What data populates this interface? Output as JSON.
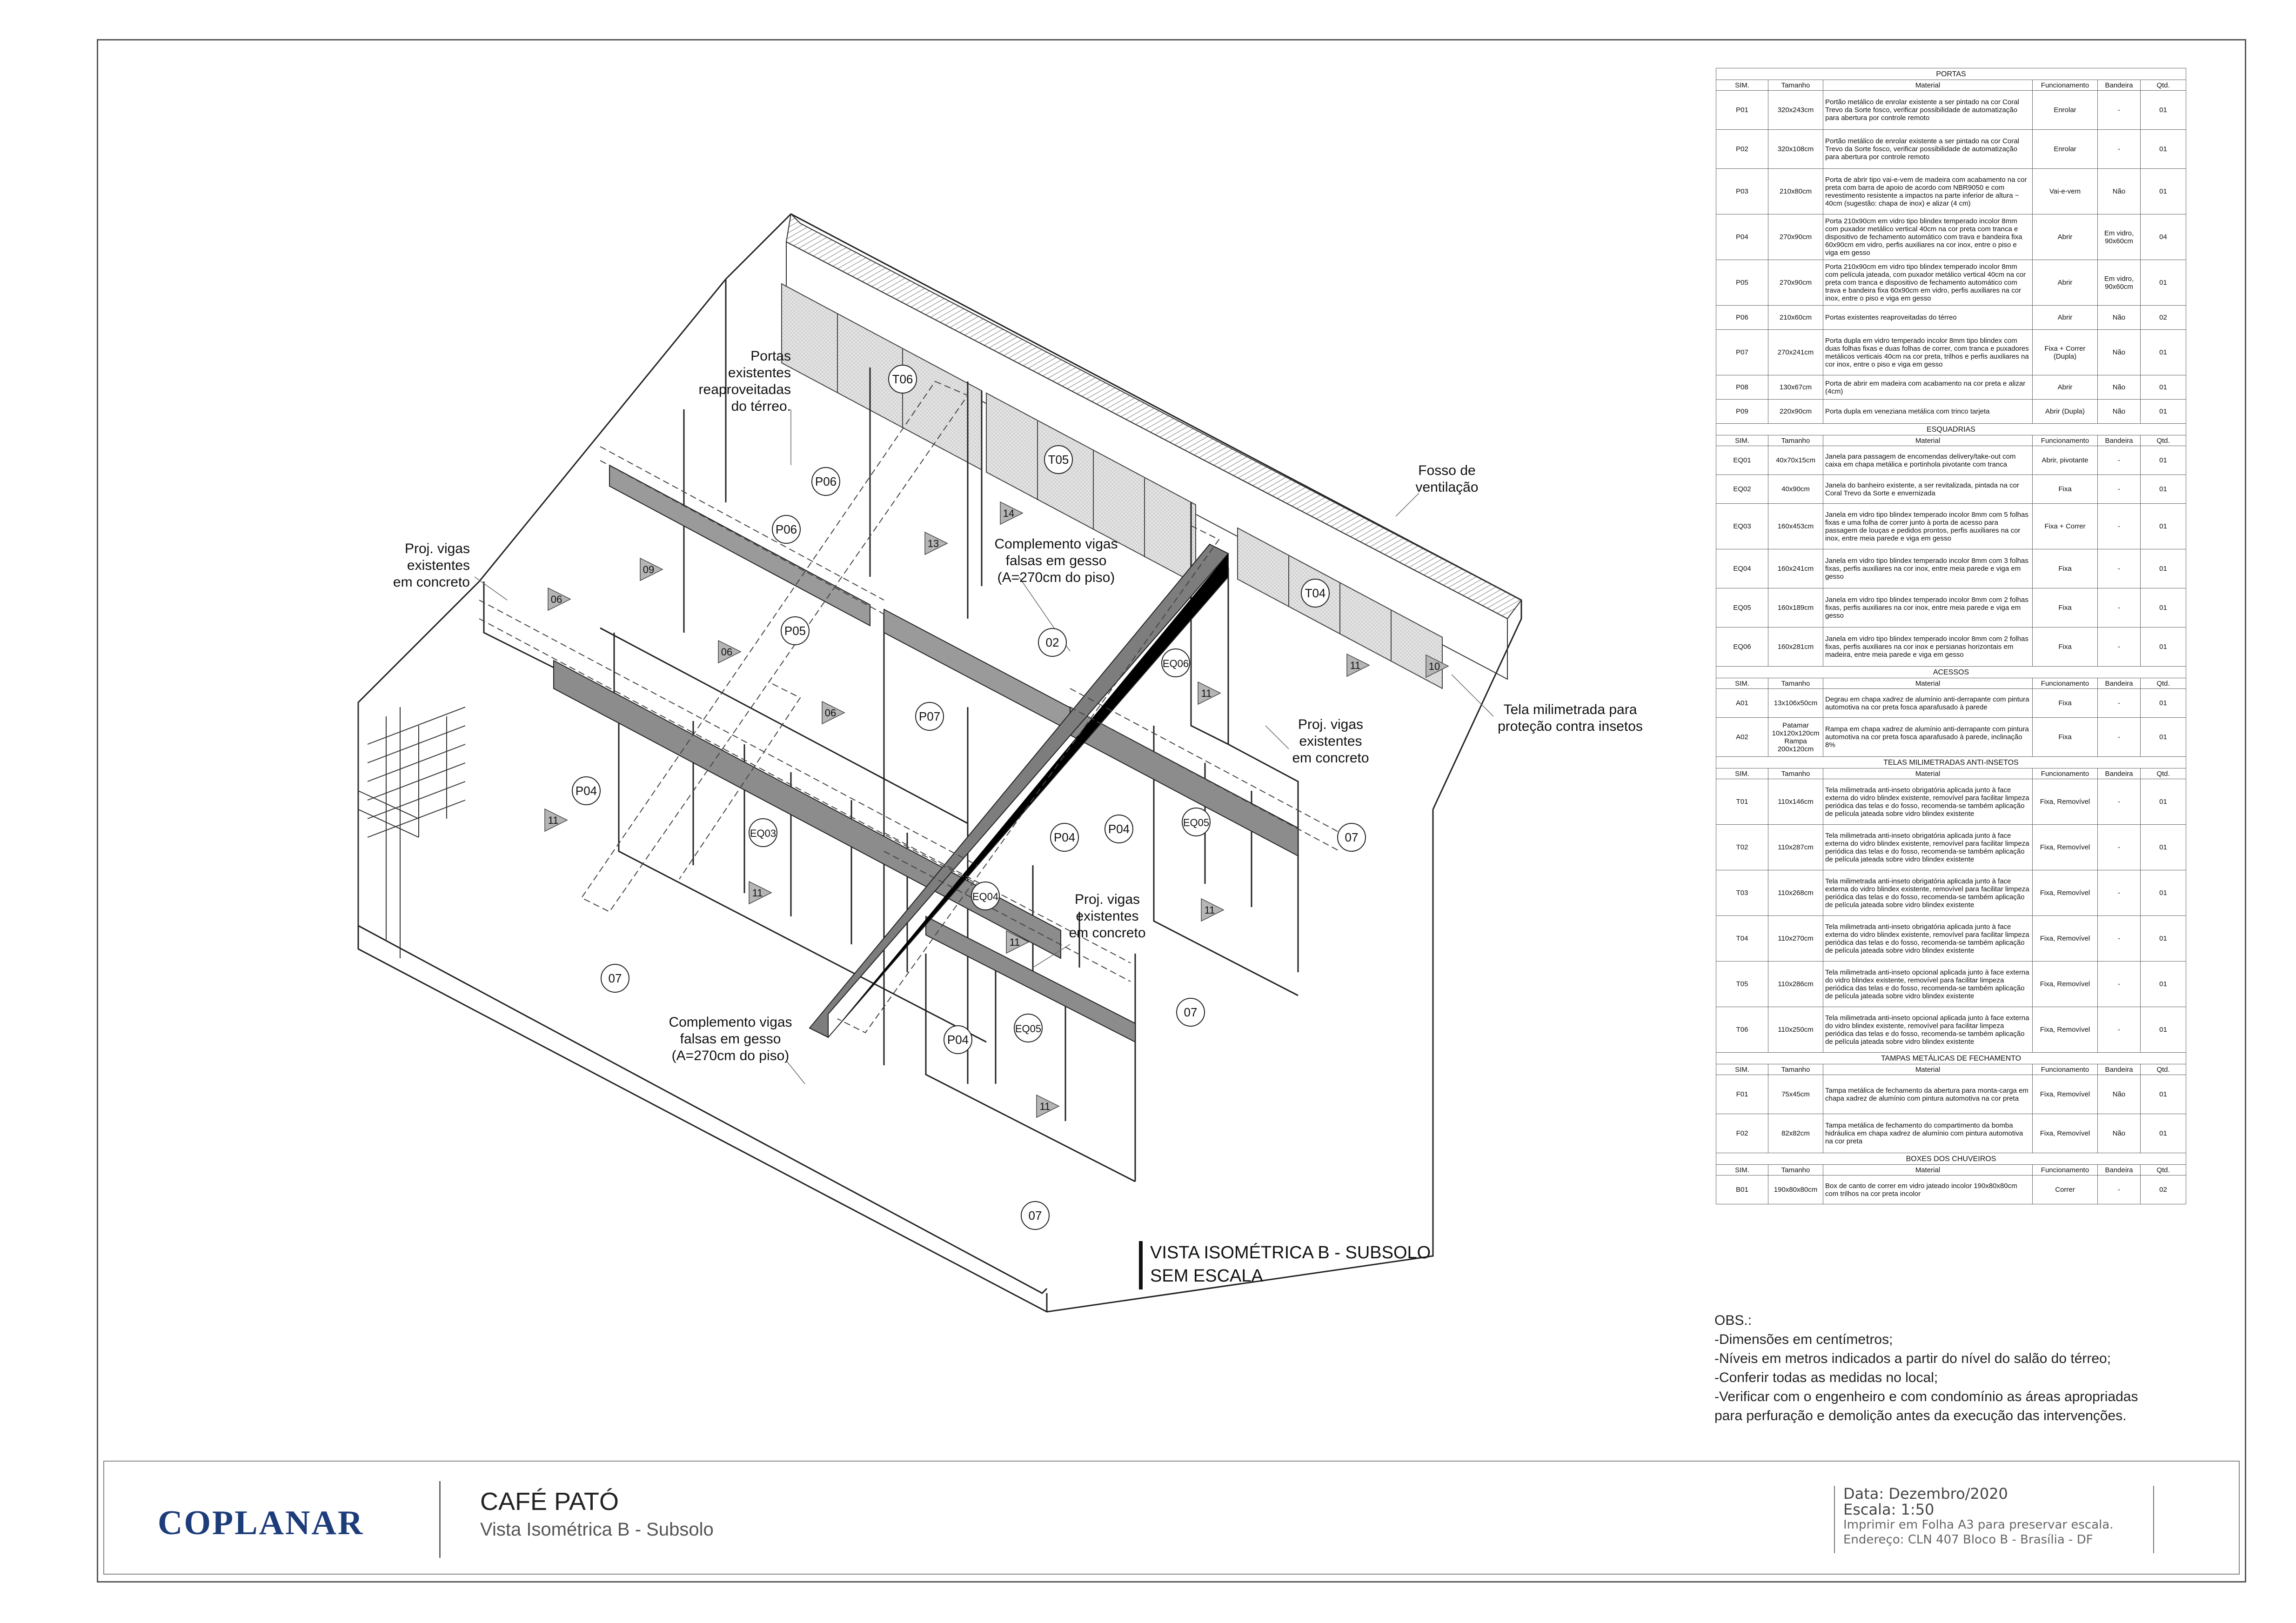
{
  "labels": {
    "portas_existentes": [
      "Portas",
      "existentes",
      "reaproveitadas",
      "do térreo."
    ],
    "fosso": [
      "Fosso de",
      "ventilação"
    ],
    "proj_vigas_left": [
      "Proj. vigas",
      "existentes",
      "em concreto"
    ],
    "complemento_top": [
      "Complemento vigas",
      "falsas em gesso",
      "(A=270cm do piso)"
    ],
    "tela": [
      "Tela milimetrada para",
      "proteção contra insetos"
    ],
    "proj_vigas_right": [
      "Proj. vigas",
      "existentes",
      "em concreto"
    ],
    "proj_vigas_center": [
      "Proj. vigas",
      "existentes",
      "em concreto"
    ],
    "complemento_bottom": [
      "Complemento vigas",
      "falsas em gesso",
      "(A=270cm do piso)"
    ]
  },
  "tags": {
    "circles": [
      "T06",
      "T05",
      "T04",
      "P06",
      "P06",
      "P05",
      "02",
      "EQ06",
      "P07",
      "P04",
      "EQ03",
      "P04",
      "P04",
      "EQ05",
      "07",
      "EQ04",
      "07",
      "P04",
      "EQ05",
      "07",
      "07"
    ],
    "triangles": [
      "14",
      "13",
      "09",
      "06",
      "06",
      "06",
      "11",
      "10",
      "11",
      "11",
      "11",
      "11",
      "11",
      "11"
    ]
  },
  "table": {
    "columns": [
      "SIM.",
      "Tamanho",
      "Material",
      "Funcionamento",
      "Bandeira",
      "Qtd."
    ],
    "sections": [
      {
        "title": "PORTAS",
        "rows": [
          [
            "P01",
            "320x243cm",
            "Portão metálico de enrolar existente a ser pintado na cor Coral Trevo da Sorte fosco, verificar possibilidade de automatização para abertura por controle remoto",
            "Enrolar",
            "-",
            "01"
          ],
          [
            "P02",
            "320x108cm",
            "Portão metálico de enrolar existente a ser pintado na cor Coral Trevo da Sorte fosco, verificar possibilidade de automatização para abertura por controle remoto",
            "Enrolar",
            "-",
            "01"
          ],
          [
            "P03",
            "210x80cm",
            "Porta de abrir tipo vai-e-vem de madeira com acabamento na cor preta com barra de apoio de acordo com NBR9050 e com revestimento resistente a impactos na parte inferior de altura ~ 40cm (sugestão: chapa de inox) e alizar (4 cm)",
            "Vai-e-vem",
            "Não",
            "01"
          ],
          [
            "P04",
            "270x90cm",
            "Porta 210x90cm em vidro tipo blindex temperado incolor 8mm com puxador metálico vertical 40cm na cor preta com tranca e dispositivo de fechamento automático com trava e bandeira fixa 60x90cm em vidro, perfis auxiliares na cor inox, entre o piso e viga em gesso",
            "Abrir",
            "Em vidro, 90x60cm",
            "04"
          ],
          [
            "P05",
            "270x90cm",
            "Porta 210x90cm em vidro tipo blindex temperado incolor 8mm com película jateada, com puxador metálico vertical 40cm na cor preta com tranca e dispositivo de fechamento automático com trava e bandeira fixa 60x90cm em vidro, perfis auxiliares na cor inox, entre o piso e viga em gesso",
            "Abrir",
            "Em vidro, 90x60cm",
            "01"
          ],
          [
            "P06",
            "210x60cm",
            "Portas existentes reaproveitadas do térreo",
            "Abrir",
            "Não",
            "02"
          ],
          [
            "P07",
            "270x241cm",
            "Porta dupla em vidro temperado incolor 8mm tipo blindex com duas folhas fixas e duas folhas de correr, com tranca e puxadores metálicos verticais 40cm na cor preta, trilhos e perfis auxiliares na cor inox, entre o piso e viga em gesso",
            "Fixa + Correr (Dupla)",
            "Não",
            "01"
          ],
          [
            "P08",
            "130x67cm",
            "Porta de abrir em madeira com acabamento na cor preta e alizar (4cm)",
            "Abrir",
            "Não",
            "01"
          ],
          [
            "P09",
            "220x90cm",
            "Porta dupla em veneziana metálica com trinco tarjeta",
            "Abrir (Dupla)",
            "Não",
            "01"
          ]
        ]
      },
      {
        "title": "ESQUADRIAS",
        "rows": [
          [
            "EQ01",
            "40x70x15cm",
            "Janela para passagem de encomendas delivery/take-out com caixa em chapa metálica e portinhola pivotante com tranca",
            "Abrir, pivotante",
            "-",
            "01"
          ],
          [
            "EQ02",
            "40x90cm",
            "Janela do banheiro existente, a ser revitalizada, pintada na cor Coral Trevo da Sorte e envernizada",
            "Fixa",
            "-",
            "01"
          ],
          [
            "EQ03",
            "160x453cm",
            "Janela em vidro tipo blindex temperado incolor 8mm com 5 folhas fixas e uma folha de correr junto à porta de acesso para passagem de louças e pedidos prontos, perfis auxiliares na cor inox, entre meia parede e viga em gesso",
            "Fixa + Correr",
            "-",
            "01"
          ],
          [
            "EQ04",
            "160x241cm",
            "Janela em vidro tipo blindex temperado incolor 8mm com 3 folhas fixas, perfis auxiliares na cor inox, entre meia parede e viga em gesso",
            "Fixa",
            "-",
            "01"
          ],
          [
            "EQ05",
            "160x189cm",
            "Janela em vidro tipo blindex temperado incolor 8mm com 2 folhas fixas, perfis auxiliares na cor inox, entre meia parede e viga em gesso",
            "Fixa",
            "-",
            "01"
          ],
          [
            "EQ06",
            "160x281cm",
            "Janela em vidro tipo blindex temperado incolor 8mm com 2 folhas fixas, perfis auxiliares na cor inox e persianas horizontais em madeira, entre meia parede e viga em gesso",
            "Fixa",
            "-",
            "01"
          ]
        ]
      },
      {
        "title": "ACESSOS",
        "rows": [
          [
            "A01",
            "13x106x50cm",
            "Degrau em chapa xadrez de alumínio anti-derrapante com pintura automotiva na cor preta fosca aparafusado à parede",
            "Fixa",
            "-",
            "01"
          ],
          [
            "A02",
            "Patamar 10x120x120cm Rampa 200x120cm",
            "Rampa em chapa xadrez de alumínio anti-derrapante com pintura automotiva na cor preta fosca aparafusado à parede, inclinação 8%",
            "Fixa",
            "-",
            "01"
          ]
        ]
      },
      {
        "title": "TELAS MILIMETRADAS ANTI-INSETOS",
        "rows": [
          [
            "T01",
            "110x146cm",
            "Tela milimetrada anti-inseto obrigatória aplicada junto à face externa do vidro blindex existente, removível para facilitar limpeza periódica das telas e do fosso, recomenda-se também aplicação de película jateada sobre vidro blindex existente",
            "Fixa, Removível",
            "-",
            "01"
          ],
          [
            "T02",
            "110x287cm",
            "Tela milimetrada anti-inseto obrigatória aplicada junto à face externa do vidro blindex existente, removível para facilitar limpeza periódica das telas e do fosso, recomenda-se também aplicação de película jateada sobre vidro blindex existente",
            "Fixa, Removível",
            "-",
            "01"
          ],
          [
            "T03",
            "110x268cm",
            "Tela milimetrada anti-inseto obrigatória aplicada junto à face externa do vidro blindex existente, removível para facilitar limpeza periódica das telas e do fosso, recomenda-se também aplicação de película jateada sobre vidro blindex existente",
            "Fixa, Removível",
            "-",
            "01"
          ],
          [
            "T04",
            "110x270cm",
            "Tela milimetrada anti-inseto obrigatória aplicada junto à face externa do vidro blindex existente, removível para facilitar limpeza periódica das telas e do fosso, recomenda-se também aplicação de película jateada sobre vidro blindex existente",
            "Fixa, Removível",
            "-",
            "01"
          ],
          [
            "T05",
            "110x286cm",
            "Tela milimetrada anti-inseto opcional aplicada junto à face externa do vidro blindex existente, removível para facilitar limpeza periódica das telas e do fosso, recomenda-se também aplicação de película jateada sobre vidro blindex existente",
            "Fixa, Removível",
            "-",
            "01"
          ],
          [
            "T06",
            "110x250cm",
            "Tela milimetrada anti-inseto opcional aplicada junto à face externa do vidro blindex existente, removível para facilitar limpeza periódica das telas e do fosso, recomenda-se também aplicação de película jateada sobre vidro blindex existente",
            "Fixa, Removível",
            "-",
            "01"
          ]
        ]
      },
      {
        "title": "TAMPAS METÁLICAS DE FECHAMENTO",
        "rows": [
          [
            "F01",
            "75x45cm",
            "Tampa metálica de fechamento da abertura para monta-carga em chapa xadrez de alumínio com pintura automotiva na cor preta",
            "Fixa, Removível",
            "Não",
            "01"
          ],
          [
            "F02",
            "82x82cm",
            "Tampa metálica de fechamento do compartimento da bomba hidráulica em chapa xadrez de alumínio com pintura automotiva na cor preta",
            "Fixa, Removível",
            "Não",
            "01"
          ]
        ]
      },
      {
        "title": "BOXES DOS CHUVEIROS",
        "rows": [
          [
            "B01",
            "190x80x80cm",
            "Box de canto de correr em vidro jateado incolor 190x80x80cm com trilhos na cor preta incolor",
            "Correr",
            "-",
            "02"
          ]
        ]
      }
    ]
  },
  "obs": [
    "OBS.:",
    "-Dimensões em centímetros;",
    "-Níveis em metros indicados a partir do nível do salão do térreo;",
    "-Conferir todas as medidas no local;",
    "-Verificar com o engenheiro e com condomínio as áreas apropriadas",
    "para perfuração e demolição antes da execução das intervenções."
  ],
  "view_title": [
    "VISTA ISOMÉTRICA B - SUBSOLO",
    "SEM ESCALA"
  ],
  "titleblock": {
    "logo": "COPLANAR",
    "project": "CAFÉ PATÓ",
    "sheet": "Vista Isométrica B - Subsolo",
    "date": "Data:  Dezembro/2020",
    "scale": "Escala: 1:50",
    "print": "Imprimir em Folha A3 para preservar escala.",
    "address": "Endereço: CLN 407 Bloco B - Brasília - DF",
    "logo_color": "#1d3c7a"
  }
}
